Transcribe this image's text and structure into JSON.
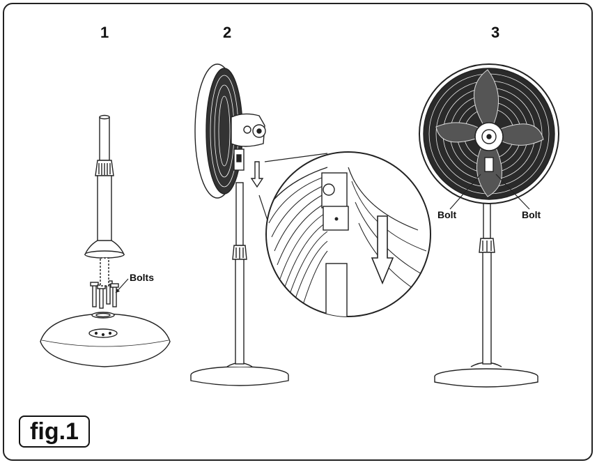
{
  "steps": [
    "1",
    "2",
    "3"
  ],
  "callouts": {
    "bolts": "Bolts",
    "bolt_left": "Bolt",
    "bolt_right": "Bolt"
  },
  "figure_label": "fig.1"
}
